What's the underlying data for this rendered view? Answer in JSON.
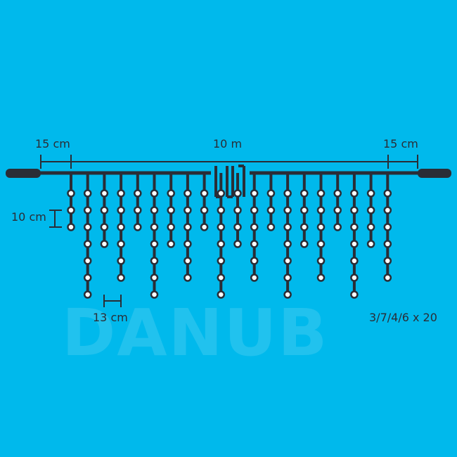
{
  "labels": {
    "left_lead": "15 cm",
    "total_length": "10 m",
    "right_lead": "15 cm",
    "drop_spacing": "10 cm",
    "strand_spacing": "13 cm",
    "configuration": "3/7/4/6 x 20"
  },
  "watermark": "DANUB",
  "strands": [
    3,
    7,
    4,
    6,
    3,
    7,
    4,
    6,
    3,
    7,
    4,
    6,
    3,
    7,
    4,
    6,
    3,
    7,
    4,
    6
  ],
  "colors": {
    "background": "#00b9ec",
    "cable": "#2a2d36",
    "bulb": "#ffffff"
  }
}
